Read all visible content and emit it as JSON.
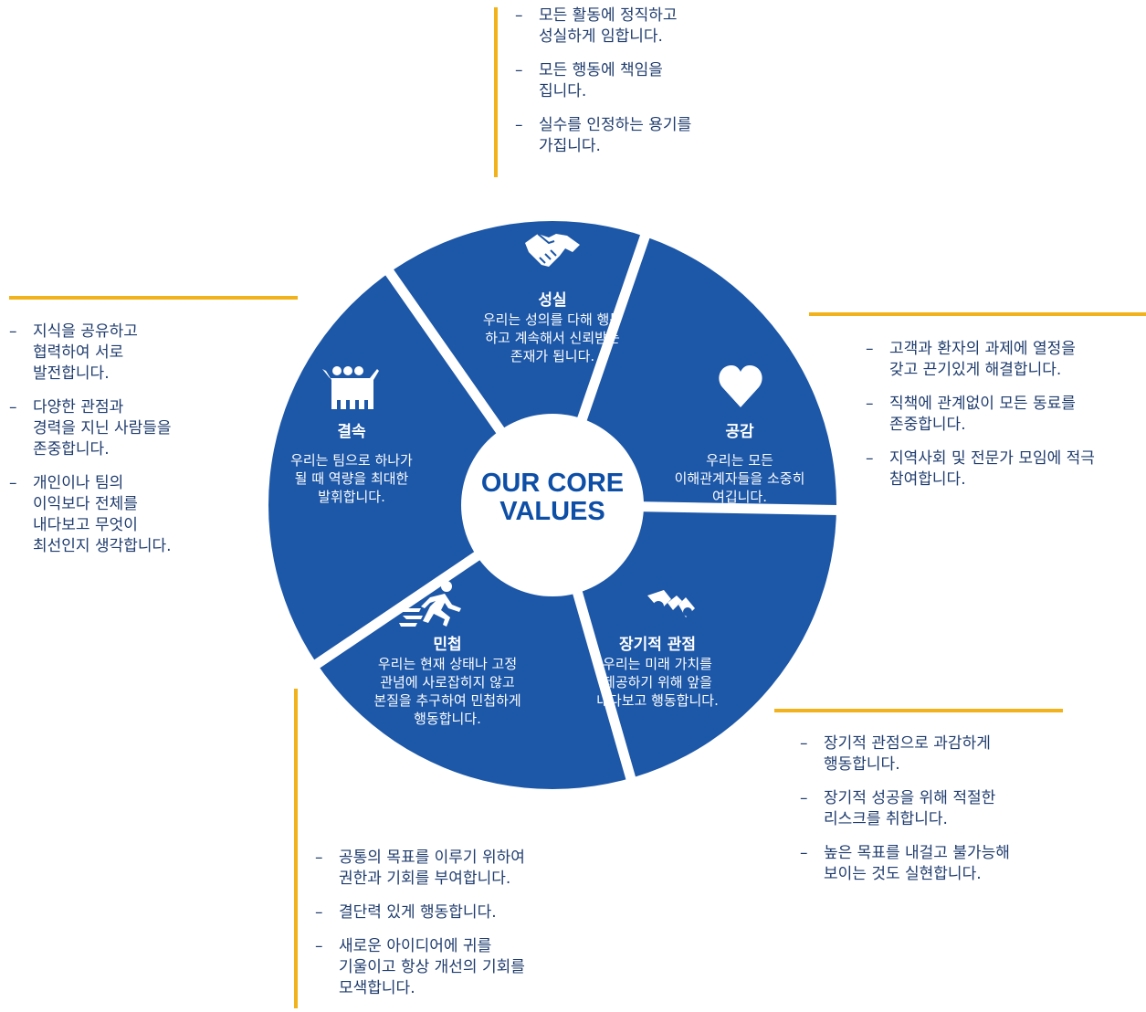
{
  "center": {
    "title": "OUR CORE\nVALUES"
  },
  "colors": {
    "segment": "#1c57a8",
    "accent": "#f2b21b",
    "center_text": "#0d4ea6",
    "gap": "#ffffff"
  },
  "segments": [
    {
      "id": "integrity",
      "icon": "handshake-icon",
      "title": "성실",
      "desc": "우리는 성의를 다해 행동\n하고 계속해서 신뢰받는\n존재가 됩니다."
    },
    {
      "id": "empathy",
      "icon": "heart-icon",
      "title": "공감",
      "desc": "우리는 모든\n이해관계자들을 소중히\n여깁니다."
    },
    {
      "id": "long-term",
      "icon": "binoculars-icon",
      "title": "장기적 관점",
      "desc": "우리는 미래 가치를\n제공하기 위해 앞을\n내다보고 행동합니다."
    },
    {
      "id": "agility",
      "icon": "running-person-icon",
      "title": "민첩",
      "desc": "우리는 현재 상태나 고정\n관념에 사로잡히지 않고\n본질을 추구하여 민첩하게\n행동합니다."
    },
    {
      "id": "unity",
      "icon": "team-icon",
      "title": "결속",
      "desc": "우리는 팀으로 하나가\n될 때 역량을 최대한\n발휘합니다."
    }
  ],
  "callouts": {
    "integrity": [
      "모든 활동에 정직하고\n성실하게 임합니다.",
      "모든 행동에 책임을\n집니다.",
      "실수를 인정하는 용기를\n가집니다."
    ],
    "empathy": [
      "고객과 환자의 과제에 열정을\n갖고 끈기있게  해결합니다.",
      "직책에 관계없이 모든 동료를\n존중합니다.",
      "지역사회 및 전문가 모임에 적극\n참여합니다."
    ],
    "long_term": [
      "장기적 관점으로 과감하게\n행동합니다.",
      "장기적 성공을 위해 적절한\n리스크를 취합니다.",
      "높은 목표를 내걸고 불가능해\n보이는 것도 실현합니다."
    ],
    "agility": [
      "공통의 목표를 이루기 위하여\n권한과 기회를 부여합니다.",
      "결단력 있게 행동합니다.",
      "새로운 아이디어에 귀를\n기울이고 항상 개선의 기회를\n모색합니다."
    ],
    "unity": [
      "지식을 공유하고\n협력하여 서로\n발전합니다.",
      "다양한 관점과\n경력을 지닌 사람들을\n존중합니다.",
      "개인이나 팀의\n이익보다 전체를\n내다보고 무엇이\n최선인지 생각합니다."
    ]
  }
}
